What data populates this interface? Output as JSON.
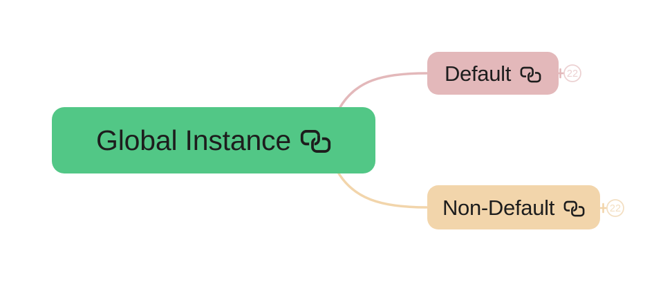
{
  "app": {
    "type": "mindmap-canvas",
    "background": "#ffffff",
    "text_color": "#1d1d1d"
  },
  "root_topic": {
    "label": "Global Instance",
    "icon": "clone-icon",
    "color": "#52c786"
  },
  "branches": [
    {
      "label": "Default",
      "icon": "clone-icon",
      "color": "#e3b8ba",
      "badge": {
        "count": "22",
        "color": "#ecd1d2"
      }
    },
    {
      "label": "Non-Default",
      "icon": "clone-icon",
      "color": "#f2d5ab",
      "badge": {
        "count": "22",
        "color": "#f3dfc2"
      }
    }
  ]
}
